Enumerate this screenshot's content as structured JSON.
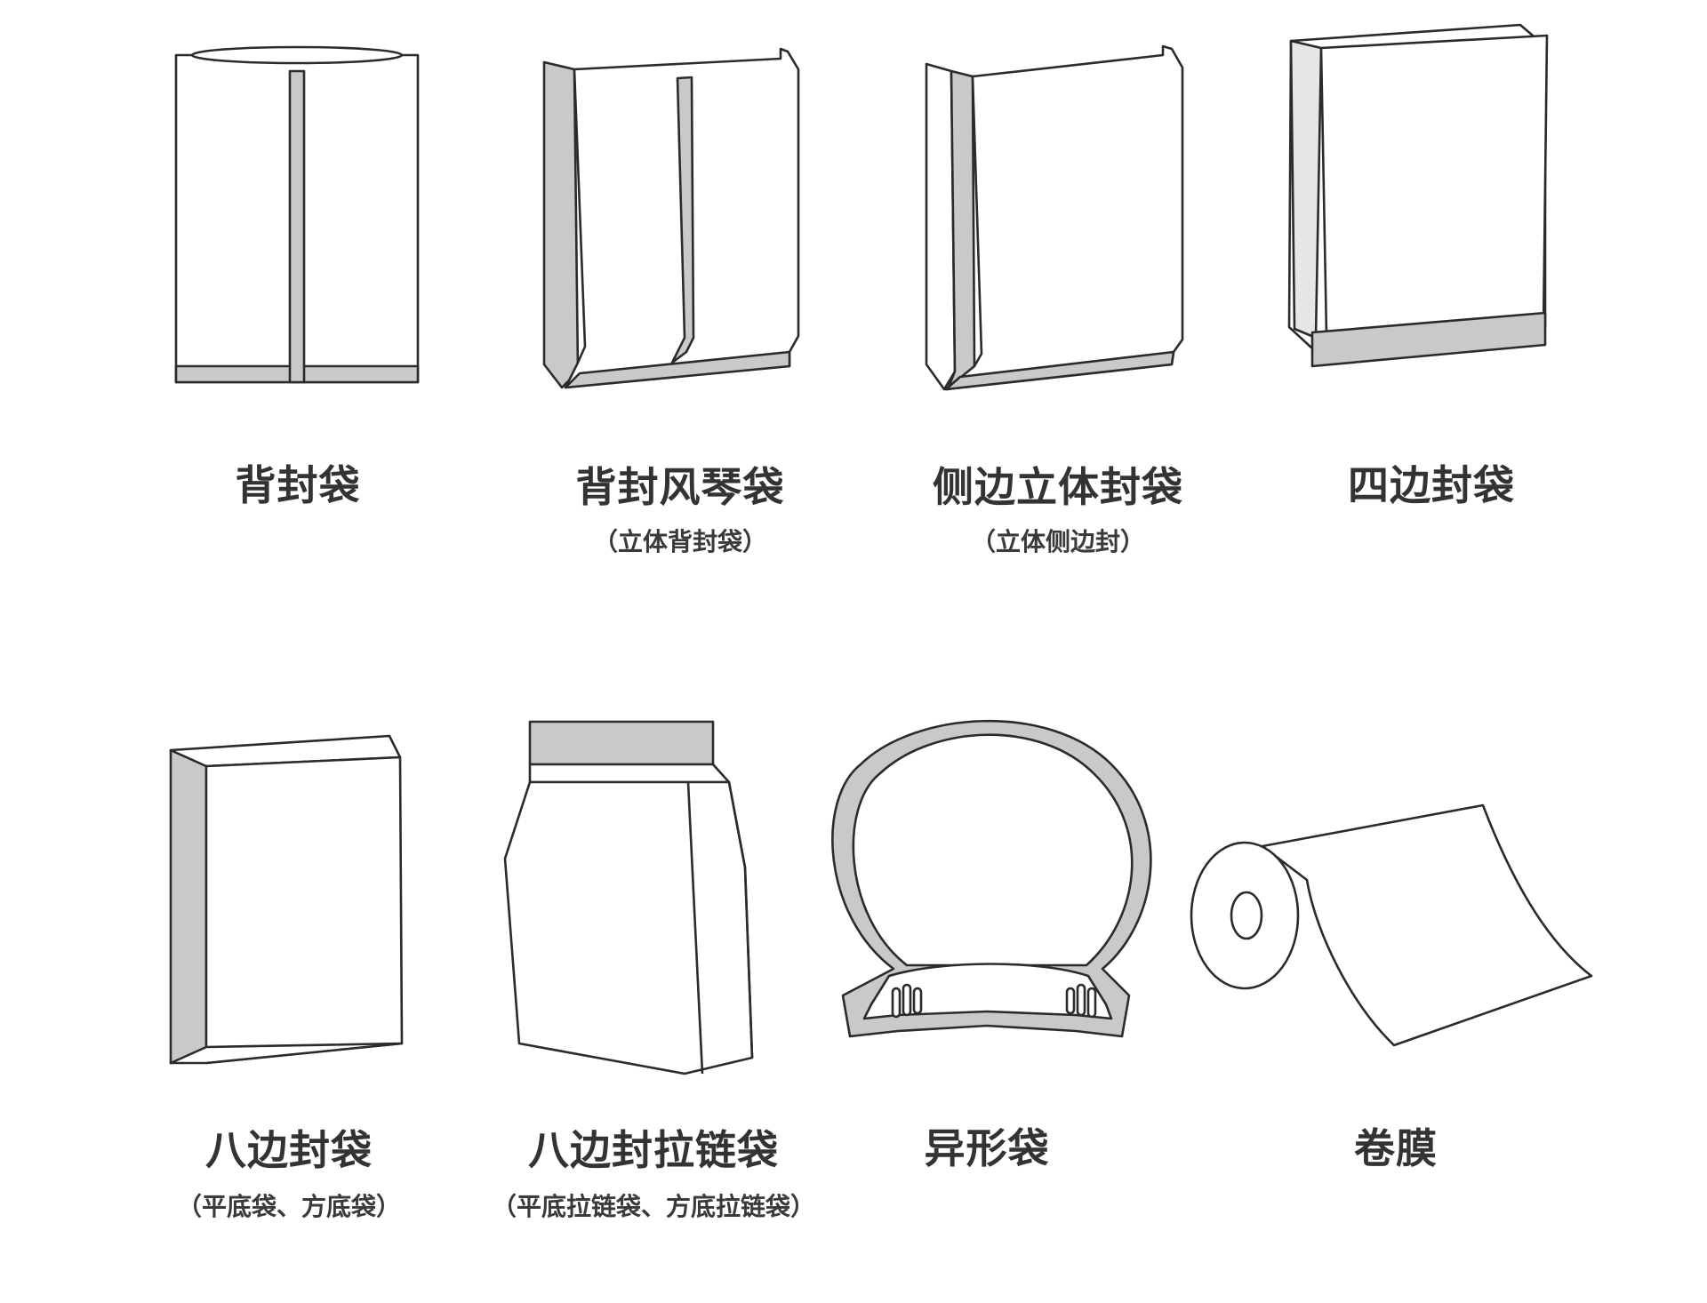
{
  "bags": [
    {
      "title": "背封袋",
      "subtitle": ""
    },
    {
      "title": "背封风琴袋",
      "subtitle": "（立体背封袋）"
    },
    {
      "title": "侧边立体封袋",
      "subtitle": "（立体侧边封）"
    },
    {
      "title": "四边封袋",
      "subtitle": ""
    },
    {
      "title": "八边封袋",
      "subtitle": "（平底袋、方底袋）"
    },
    {
      "title": "八边封拉链袋",
      "subtitle": "（平底拉链袋、方底拉链袋）"
    },
    {
      "title": "异形袋",
      "subtitle": ""
    },
    {
      "title": "卷膜",
      "subtitle": ""
    }
  ],
  "colors": {
    "line": "#2b2b2b",
    "seal": "#c9c9c9",
    "fill": "#ffffff",
    "text": "#333333"
  }
}
